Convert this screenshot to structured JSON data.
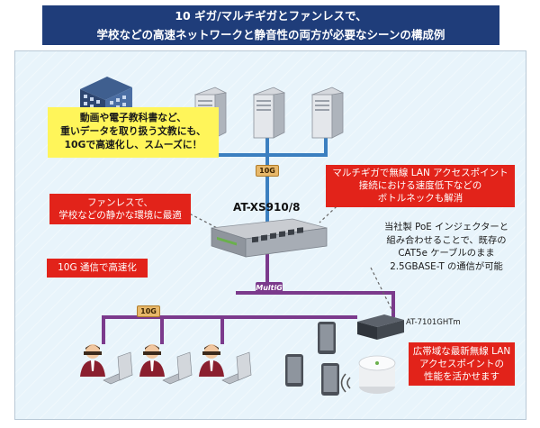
{
  "title": {
    "line1": "10 ギガ/マルチギガとファンレスで、",
    "line2": "学校などの高速ネットワークと静音性の両方が必要なシーンの構成例"
  },
  "callouts": {
    "school": [
      "動画や電子教科書など、",
      "重いデータを取り扱う文教にも、",
      "10Gで高速化し、スムーズに！"
    ],
    "fanless": [
      "ファンレスで、",
      "学校などの静かな環境に最適"
    ],
    "speed10g": "10G 通信で高速化",
    "multigig": [
      "マルチギガで無線 LAN アクセスポイント",
      "接続における速度低下などの",
      "ボトルネックも解消"
    ],
    "poe": [
      "当社製 PoE インジェクターと",
      "組み合わせることで、既存の",
      "CAT5e ケーブルのまま",
      "2.5GBASE-T の通信が可能"
    ],
    "wireless": [
      "広帯域な最新無線 LAN",
      "アクセスポイントの",
      "性能を活かせます"
    ]
  },
  "tags": {
    "uplink": "10G",
    "clients": "10G",
    "multigig": "MultiG"
  },
  "devices": {
    "switch_model": "AT-XS910/8",
    "injector_model": "AT-7101GHTm"
  },
  "icons": {
    "server": "server-icon",
    "building": "school-building-icon",
    "switch": "network-switch-icon",
    "user": "user-at-laptop-icon",
    "tablet": "tablet-icon",
    "access_point": "wireless-access-point-icon",
    "injector": "poe-injector-icon"
  },
  "colors": {
    "title_bg": "#1f3d7a",
    "red_label": "#e2231a",
    "yellow_label": "#fff55a",
    "uplink_line": "#3b7fc0",
    "client_line": "#7b3a8c",
    "diagram_bg": "#e8f4fb"
  }
}
